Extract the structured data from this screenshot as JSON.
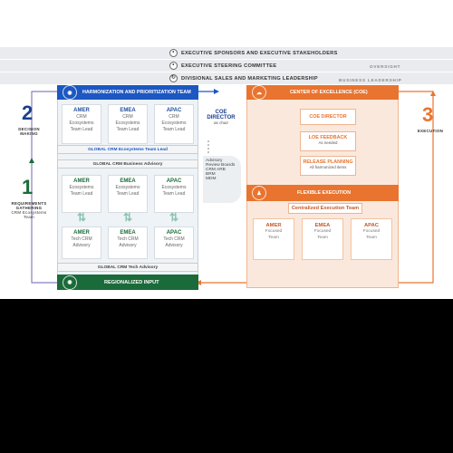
{
  "bands": [
    {
      "label": "EXECUTIVE SPONSORS AND EXECUTIVE STAKEHOLDERS",
      "icon": "people-icon"
    },
    {
      "label": "EXECUTIVE STEERING COMMITTEE",
      "icon": "group-icon"
    },
    {
      "label": "DIVISIONAL SALES AND MARKETING LEADERSHIP",
      "icon": "sync-icon"
    }
  ],
  "tags": {
    "oversight": "OVERSIGHT",
    "business_leadership": "BUSINESS LEADERSHIP"
  },
  "left_steps": {
    "step2": {
      "number": "2",
      "line1": "DECISION",
      "line2": "MAKING"
    },
    "step1": {
      "number": "1",
      "line1": "REQUIREMENTS",
      "line2": "GATHERING",
      "line3": "CRM Ecosystems",
      "line4": "Team"
    }
  },
  "right_step": {
    "number": "3",
    "label": "EXECUTION"
  },
  "harmonization": {
    "title": "HARMONIZATION AND PRIORITIZATION TEAM",
    "cards": [
      {
        "title": "AMER",
        "l1": "CRM",
        "l2": "Ecosystems",
        "l3": "Team Lead"
      },
      {
        "title": "EMEA",
        "l1": "CRM",
        "l2": "Ecosystems",
        "l3": "Team Lead"
      },
      {
        "title": "APAC",
        "l1": "CRM",
        "l2": "Ecosystems",
        "l3": "Team Lead"
      }
    ],
    "global_lead": "GLOBAL CRM Ecosystems Team Lead",
    "global_business_advisory": "GLOBAL  CRM Business Advisory"
  },
  "business_cards": [
    {
      "title": "AMER",
      "l1": "Ecosystems",
      "l2": "Team Lead"
    },
    {
      "title": "EMEA",
      "l1": "Ecosystems",
      "l2": "Team Lead"
    },
    {
      "title": "APAC",
      "l1": "Ecosystems",
      "l2": "Team Lead"
    }
  ],
  "tech_cards": [
    {
      "title": "AMER",
      "l1": "Tech CRM",
      "l2": "Advisory"
    },
    {
      "title": "EMEA",
      "l1": "Tech CRM",
      "l2": "Advisory"
    },
    {
      "title": "APAC",
      "l1": "Tech CRM",
      "l2": "Advisory"
    }
  ],
  "global_tech_advisory": "GLOBAL  CRM Tech Advisory",
  "regionalized": "REGIONALIZED INPUT",
  "coe_director_side": {
    "title": "COE DIRECTOR",
    "sub": "as chair"
  },
  "review_boards": {
    "l1": "Advisory",
    "l2": "Review Boards",
    "l3": "CRM ARB",
    "l4": "BRM",
    "l5": "MDM"
  },
  "coe": {
    "title": "CENTER OF EXCELLENCE (COE)",
    "director": "COE DIRECTOR",
    "loe": {
      "title": "LOE FEEDBACK",
      "sub": "As needed"
    },
    "release": {
      "title": "RELEASE PLANNING",
      "sub": "All harmonized items"
    }
  },
  "flex": {
    "title": "FLEXIBLE EXECUTION",
    "central": "Centralized Execution Team",
    "cards": [
      {
        "title": "AMER",
        "l1": "Focused",
        "l2": "Team"
      },
      {
        "title": "EMEA",
        "l1": "Focused",
        "l2": "Team"
      },
      {
        "title": "APAC",
        "l1": "Focused",
        "l2": "Team"
      }
    ]
  },
  "colors": {
    "blue": "#1d57c2",
    "orange": "#e9742f",
    "green": "#1b6b3a",
    "navy": "#1b3f8f"
  }
}
